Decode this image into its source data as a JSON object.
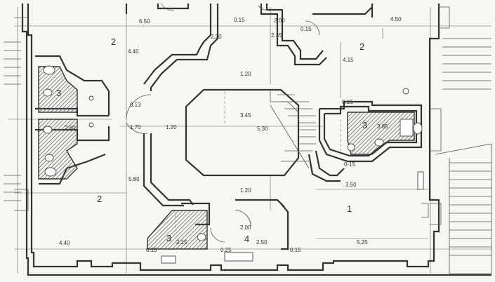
{
  "rooms": {
    "r2_top_left": "2",
    "r2_top_right": "2",
    "r2_bottom_left": "2",
    "r1_bottom_right": "1",
    "r3_left": "3",
    "r3_right": "3",
    "r3_bottom": "3",
    "r4_bottom": "4"
  },
  "dims": {
    "d650": "6.50",
    "d440": "4.40",
    "d220": "2.20",
    "d015a": "0.15",
    "d200a": "2.00",
    "d235": "2.35",
    "d015b": "0.15",
    "d450": "4.50",
    "d415": "4.15",
    "d120a": "1.20",
    "d345": "3.45",
    "d530": "5.30",
    "d013": "0.13",
    "d170": "1.70",
    "d120b": "1.20",
    "d015c": "0.15",
    "d385": "3.85",
    "d280": "2.80",
    "d015d": "0-15",
    "d580": "5.80",
    "d120c": "1.20",
    "d350": "3.50",
    "d200b": "2.00",
    "d215": "2.15",
    "d250": "2.50",
    "d025": "0.25",
    "d015e": "0.15",
    "d015f": "0.15",
    "d440b": "4.40",
    "d525": "5.25"
  }
}
